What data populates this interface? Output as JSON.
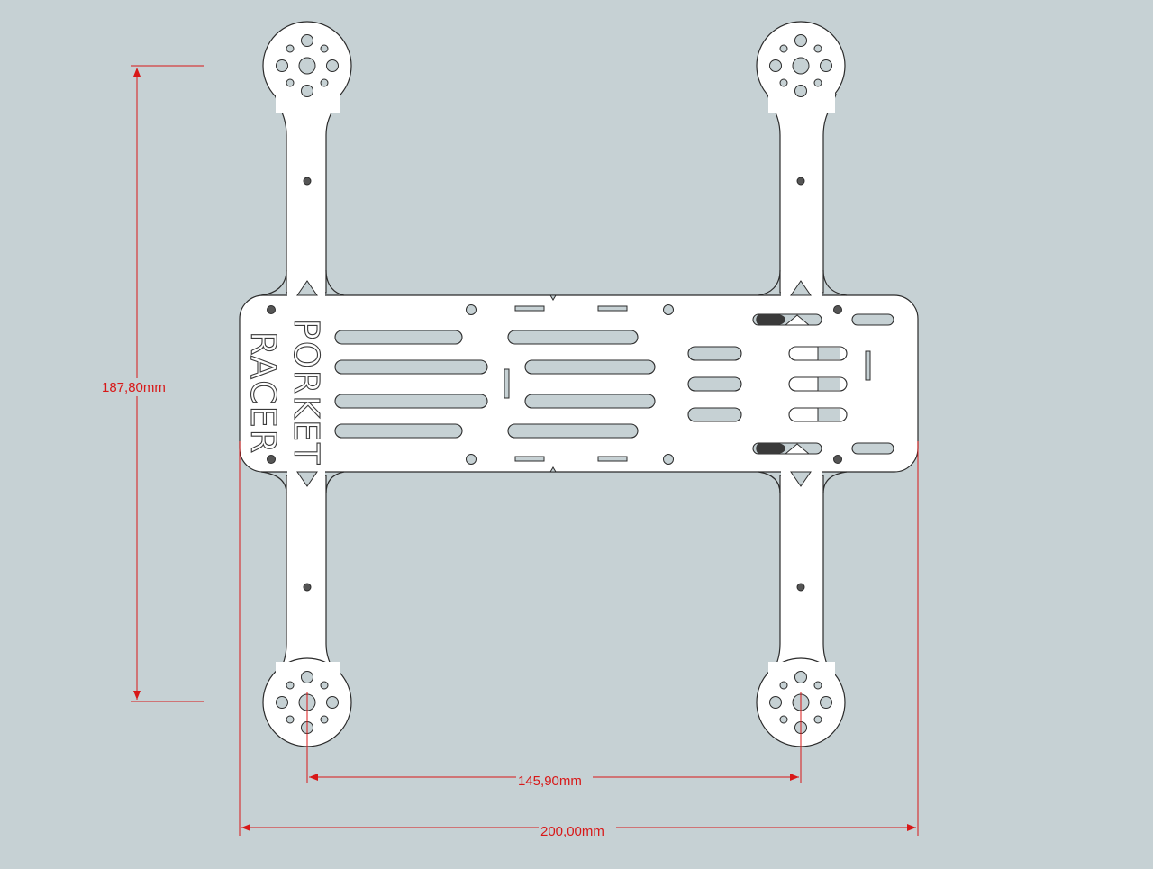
{
  "colors": {
    "background": "#c6d1d4",
    "frame_fill": "#ffffff",
    "outline": "#2b2b2b",
    "cutout_fill": "#c6d1d4",
    "dimension": "#d81818"
  },
  "logo": {
    "line1": "PORKET",
    "line2": "RACER"
  },
  "dimensions": {
    "overall_height": "187,80mm",
    "motor_spacing": "145,90mm",
    "overall_width": "200,00mm"
  }
}
